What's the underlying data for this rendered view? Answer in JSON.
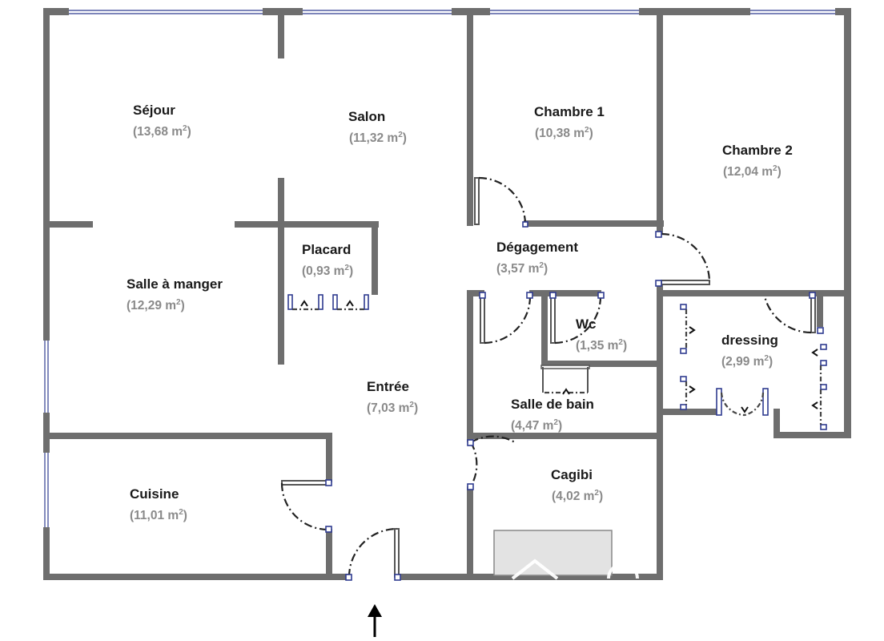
{
  "rooms": [
    {
      "name": "Séjour",
      "area": "(13,68 m",
      "sup": "2",
      "close": ")"
    },
    {
      "name": "Salon",
      "area": "(11,32 m",
      "sup": "2",
      "close": ")"
    },
    {
      "name": "Chambre 1",
      "area": "(10,38 m",
      "sup": "2",
      "close": ")"
    },
    {
      "name": "Chambre 2",
      "area": "(12,04 m",
      "sup": "2",
      "close": ")"
    },
    {
      "name": "Placard",
      "area": "(0,93 m",
      "sup": "2",
      "close": ")"
    },
    {
      "name": "Dégagement",
      "area": "(3,57 m",
      "sup": "2",
      "close": ")"
    },
    {
      "name": "Salle à manger",
      "area": "(12,29 m",
      "sup": "2",
      "close": ")"
    },
    {
      "name": "Wc",
      "area": "(1,35 m",
      "sup": "2",
      "close": ")"
    },
    {
      "name": "dressing",
      "area": "(2,99 m",
      "sup": "2",
      "close": ")"
    },
    {
      "name": "Entrée",
      "area": "(7,03 m",
      "sup": "2",
      "close": ")"
    },
    {
      "name": "Salle de bain",
      "area": "(4,47 m",
      "sup": "2",
      "close": ")"
    },
    {
      "name": "Cuisine",
      "area": "(11,01 m",
      "sup": "2",
      "close": ")"
    },
    {
      "name": "Cagibi",
      "area": "(4,02 m",
      "sup": "2",
      "close": ")"
    }
  ],
  "icons": {
    "entrance": "arrow-up-icon"
  },
  "colors": {
    "wall": "#6e6e6e",
    "window": "#2f3b8f",
    "door_swing": "#222222"
  }
}
